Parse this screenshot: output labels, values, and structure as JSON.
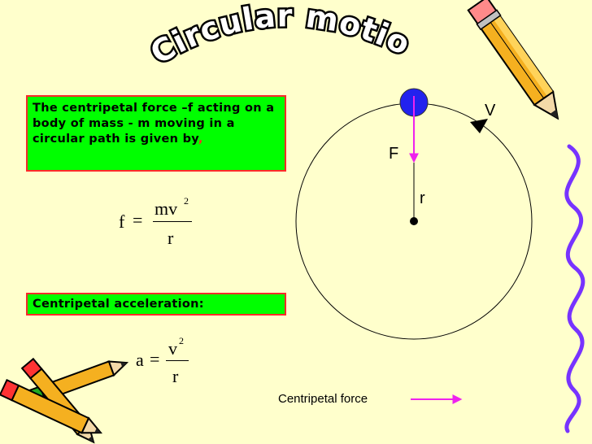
{
  "title": "Circular motion",
  "definition": {
    "text": "The centripetal force –f acting on a body of mass - m moving in a circular path is given by",
    "trailing": ","
  },
  "formula_force": {
    "lhs": "f",
    "eq": "=",
    "numerator_base": "mv",
    "numerator_exp": "2",
    "denominator": "r"
  },
  "acceleration_label": "Centripetal acceleration:",
  "formula_accel": {
    "lhs": "a",
    "eq": "=",
    "numerator_base": "v",
    "numerator_exp": "2",
    "denominator": "r"
  },
  "diagram": {
    "label_v": "V",
    "label_f": "F",
    "label_r": "r",
    "legend_text": "Centripetal force"
  },
  "colors": {
    "background": "#ffffcc",
    "box_fill": "#00ff00",
    "box_border": "#ff2a2a",
    "ball": "#2222ee",
    "force_arrow": "#ee22ee",
    "wavy_line": "#7733ff",
    "pencil_body": "#f5b020"
  },
  "icons": [
    "pencil-icon",
    "pencil-bundle-icon",
    "wavy-line"
  ]
}
